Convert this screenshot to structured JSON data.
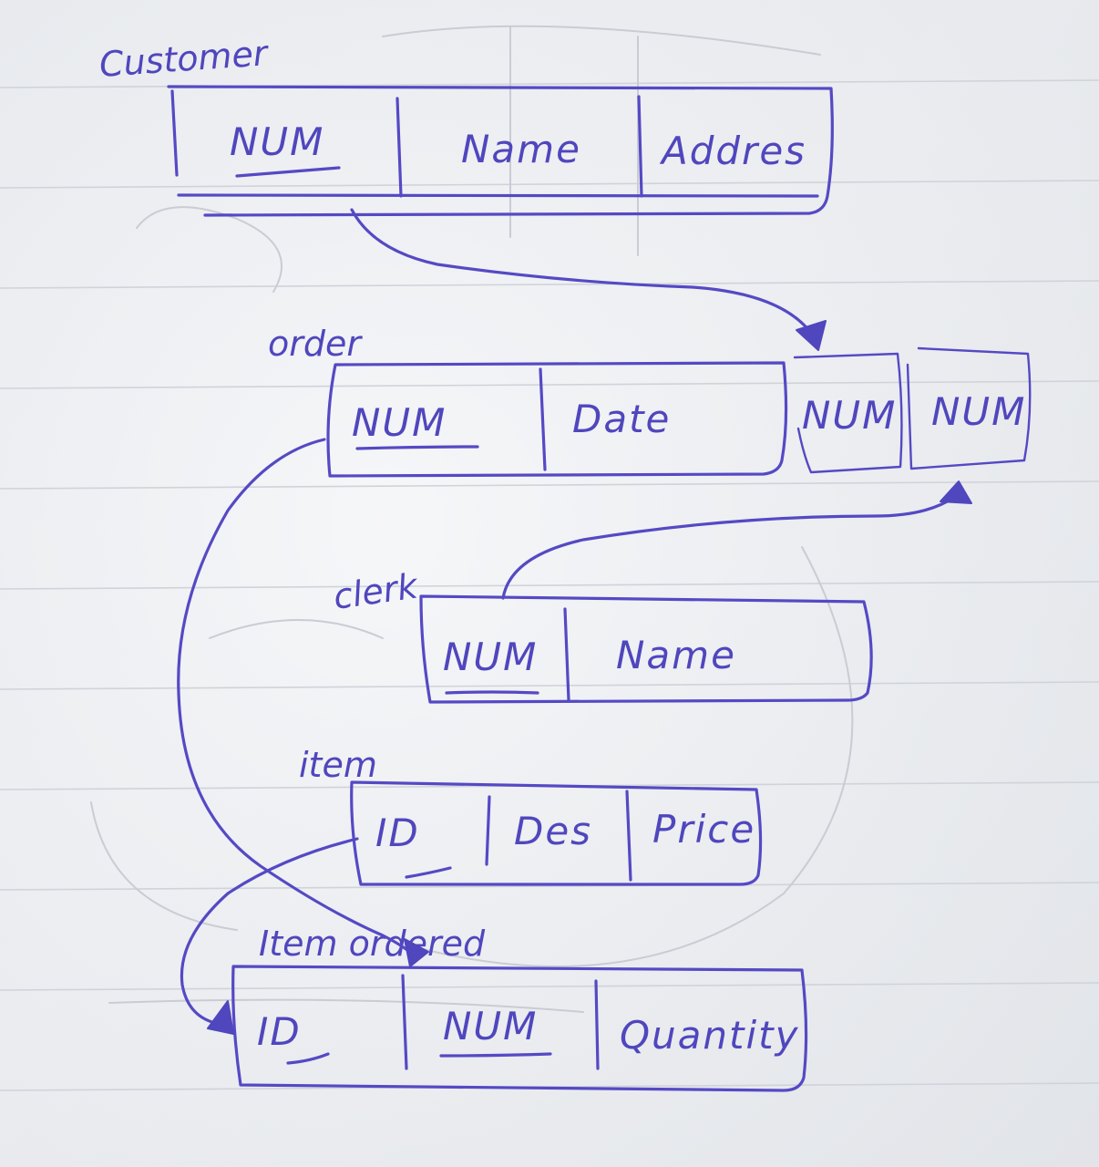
{
  "diagram": {
    "colors": {
      "ink": "#5549c4",
      "paper": "#eceef2",
      "rule": "#cfd3da"
    },
    "tables": [
      {
        "label": "Customer",
        "fields": [
          "NUM",
          "Name",
          "Addres"
        ],
        "primary_key": "NUM"
      },
      {
        "label": "order",
        "fields": [
          "NUM",
          "Date"
        ],
        "primary_key": "NUM",
        "foreign_keys": [
          "NUM",
          "NUM"
        ]
      },
      {
        "label": "clerk",
        "fields": [
          "NUM",
          "Name"
        ],
        "primary_key": "NUM"
      },
      {
        "label": "item",
        "fields": [
          "ID",
          "Des",
          "Price"
        ],
        "primary_key": "ID"
      },
      {
        "label": "Item ordered",
        "fields": [
          "ID",
          "NUM",
          "Quantity"
        ],
        "primary_keys": [
          "ID",
          "NUM"
        ]
      }
    ],
    "relationships": [
      {
        "from": "Customer.NUM",
        "to": "order.NUM (1st foreign key)"
      },
      {
        "from": "clerk.NUM",
        "to": "order.NUM (2nd foreign key)"
      },
      {
        "from": "order.NUM",
        "to": "Item ordered.NUM"
      },
      {
        "from": "item.ID",
        "to": "Item ordered.ID"
      }
    ]
  }
}
